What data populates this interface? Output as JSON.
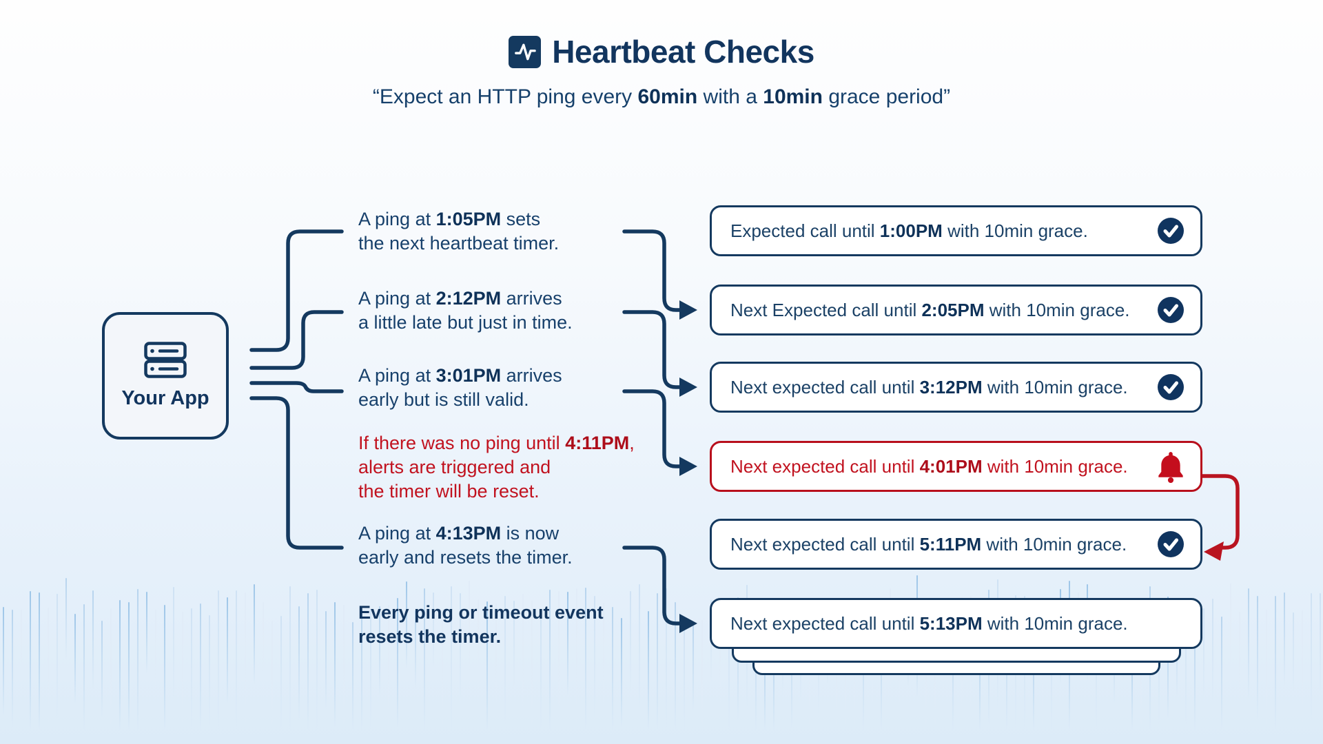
{
  "header": {
    "icon": "heartbeat-pulse-icon",
    "title": "Heartbeat Checks",
    "subtitle": {
      "pre": "“Expect an HTTP ping every ",
      "bold1": "60min",
      "mid": " with a ",
      "bold2": "10min",
      "post": " grace period”"
    }
  },
  "app_box": {
    "icon": "server-icon",
    "label": "Your App"
  },
  "notes": [
    {
      "l1pre": "A ping at ",
      "l1bold": "1:05PM",
      "l1post": " sets",
      "l2": "the next heartbeat timer."
    },
    {
      "l1pre": "A ping at ",
      "l1bold": "2:12PM",
      "l1post": " arrives",
      "l2": "a little late but just in time."
    },
    {
      "l1pre": "A ping at ",
      "l1bold": "3:01PM",
      "l1post": " arrives",
      "l2": "early but is still valid."
    },
    {
      "l1pre": "If there was no ping until ",
      "l1bold": "4:11PM",
      "l1post": ",",
      "l2": "alerts are triggered and",
      "l3": "the timer will be reset."
    },
    {
      "l1pre": "A ping at ",
      "l1bold": "4:13PM",
      "l1post": " is now",
      "l2": "early and resets the timer."
    },
    {
      "l1": "Every ping or timeout event",
      "l2": "resets the timer."
    }
  ],
  "cards": [
    {
      "pre": "Expected call until ",
      "time": "1:00PM",
      "post": " with 10min grace.",
      "icon": "check",
      "state": "ok"
    },
    {
      "pre": "Next Expected call until ",
      "time": "2:05PM",
      "post": " with 10min grace.",
      "icon": "check",
      "state": "ok"
    },
    {
      "pre": "Next expected call until ",
      "time": "3:12PM",
      "post": " with 10min grace.",
      "icon": "check",
      "state": "ok"
    },
    {
      "pre": "Next expected call until ",
      "time": "4:01PM",
      "post": " with 10min grace.",
      "icon": "bell",
      "state": "alert"
    },
    {
      "pre": "Next expected call until ",
      "time": "5:11PM",
      "post": " with 10min grace.",
      "icon": "check",
      "state": "ok"
    },
    {
      "pre": "Next expected call until ",
      "time": "5:13PM",
      "post": " with 10min grace.",
      "icon": "none",
      "state": "ok"
    }
  ],
  "colors": {
    "navy": "#14395f",
    "navy_text": "#17406b",
    "red": "#c1121f",
    "card_bg": "#ffffff",
    "app_box_bg": "#f3f6fa"
  },
  "background": {
    "waveform_colors": [
      "#9ec6e8",
      "#b7d4ee",
      "#cfe2f4",
      "#e1ecf8"
    ]
  }
}
